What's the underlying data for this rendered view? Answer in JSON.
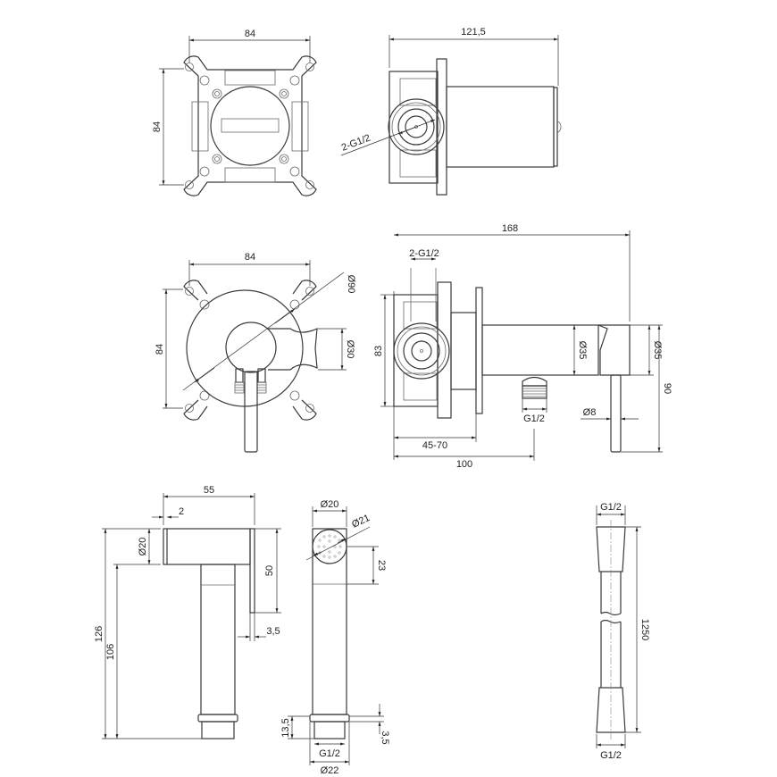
{
  "title": "Concealed bidet shower mixer set - dimension drawing",
  "colors": {
    "line": "#3a3a3a",
    "background": "#ffffff"
  },
  "views": {
    "plate_front": {
      "width": "84",
      "height": "84"
    },
    "body_side": {
      "length": "121,5",
      "connection": "2-G1/2"
    },
    "mixer_front": {
      "width": "84",
      "height": "84",
      "rosette_dia": "Ø90",
      "handle_dia": "Ø30"
    },
    "mixer_side": {
      "length": "168",
      "connection": "2-G1/2",
      "body_height": "83",
      "spout_dia": "Ø35",
      "rosette_dia": "Ø35",
      "height": "90",
      "outlet": "G1/2",
      "lever_dia": "Ø8",
      "wall_depth": "45-70",
      "outlet_offset": "100"
    },
    "handshower_side": {
      "length": "55",
      "lip": "2",
      "head_dia": "Ø20",
      "total_height": "126",
      "handle_height": "106",
      "back_height": "50",
      "back_offset": "3,5"
    },
    "handshower_front": {
      "head_dia": "Ø20",
      "face_dia": "Ø21",
      "face_offset": "23",
      "thread_len": "13,5",
      "collar": "3,5",
      "thread": "G1/2",
      "collar_dia": "Ø22"
    },
    "hose": {
      "top_thread": "G1/2",
      "length": "1250",
      "bottom_thread": "G1/2"
    }
  }
}
